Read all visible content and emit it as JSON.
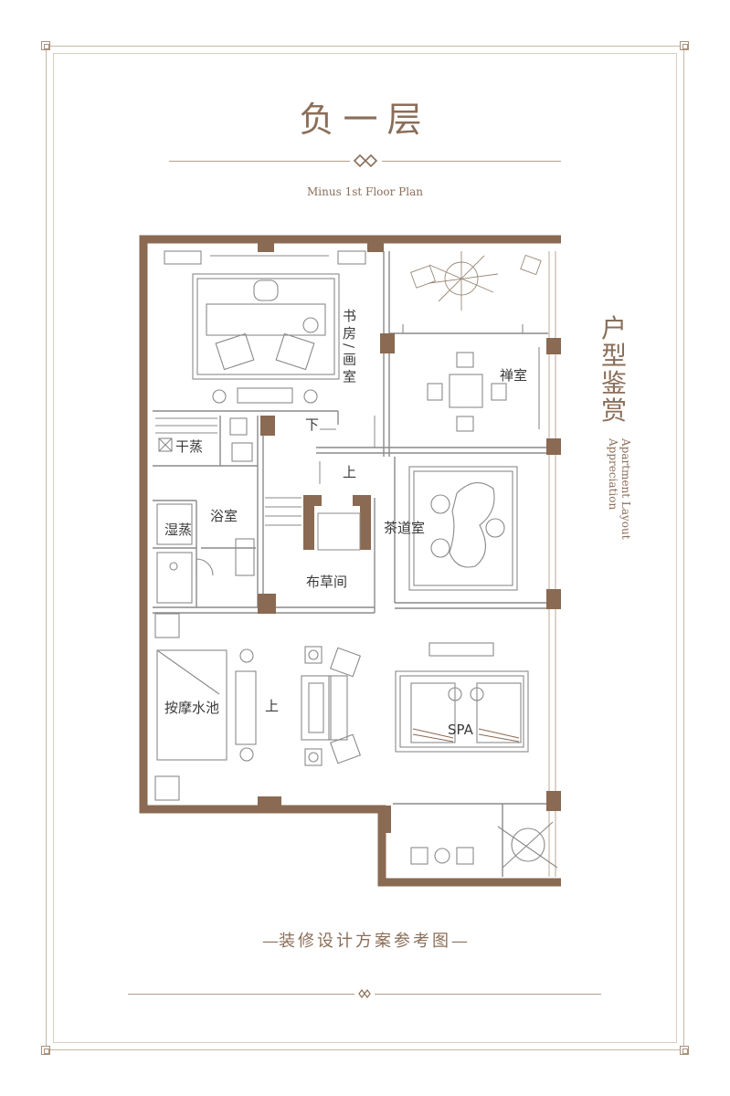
{
  "header": {
    "title": "负一层",
    "subtitle": "Minus 1st Floor Plan"
  },
  "side": {
    "chars": [
      "户",
      "型",
      "鉴",
      "赏"
    ],
    "english": "Apartment Layout Appreciation"
  },
  "rooms": {
    "study": "书房/画室",
    "zen": "禅室",
    "dry_sauna": "干蒸",
    "down": "下",
    "up_stairs": "上",
    "bathroom": "浴室",
    "wet_sauna": "湿蒸",
    "tea": "茶道室",
    "linen": "布草间",
    "pool": "按摩水池",
    "pool_up": "上",
    "spa": "SPA"
  },
  "footer": {
    "caption": "装修设计方案参考图"
  },
  "colors": {
    "accent": "#8b6e58",
    "wall": "#8a6a52",
    "line": "#b59d88"
  }
}
